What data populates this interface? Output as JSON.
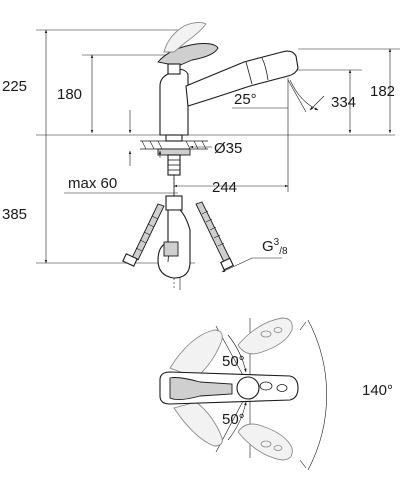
{
  "dimensions": {
    "overall_height": "225",
    "spout_height": "180",
    "spout_angle": "25°",
    "pullout_height": "334",
    "right_height": "182",
    "hole_diameter": "Ø35",
    "max_thickness": "max 60",
    "reach": "244",
    "hose_length": "385",
    "thread": "G",
    "thread_sup": "3",
    "thread_sub": "/8"
  },
  "plan_view": {
    "angle_upper": "50°",
    "angle_lower": "50°",
    "angle_total": "140°"
  }
}
